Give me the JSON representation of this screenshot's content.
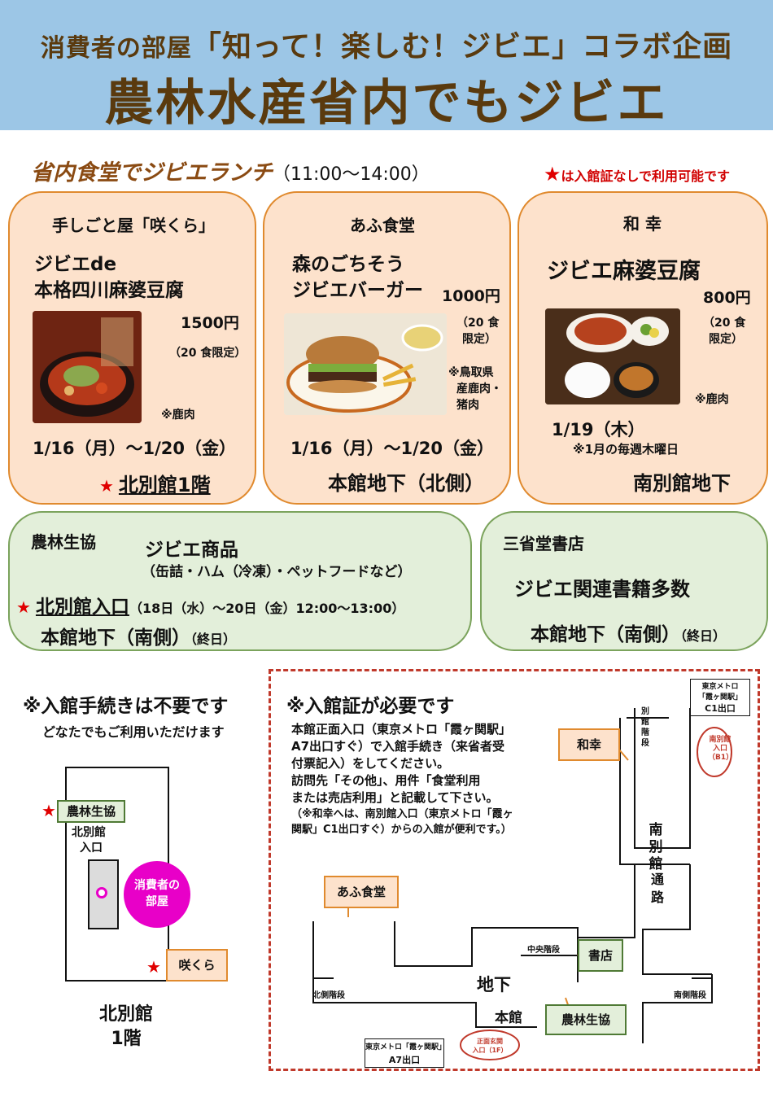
{
  "header": {
    "subtitle_prefix": "消費者の部屋",
    "subtitle_main": "「知って！楽しむ！ジビエ」コラボ企画",
    "title": "農林水産省内でもジビエ"
  },
  "lunch": {
    "title": "省内食堂でジビエランチ",
    "hours": "（11:00〜14:00）",
    "star_note_star": "★",
    "star_note": "は入館証なしで利用可能です"
  },
  "restaurants": [
    {
      "name": "手しごと屋「咲くら」",
      "dish_line1": "ジビエde",
      "dish_line2": "本格四川麻婆豆腐",
      "price": "1500円",
      "limit": "（20 食限定）",
      "meat": "※鹿肉",
      "date": "1/16（月）〜1/20（金）",
      "location_star": "★",
      "location": "北別館1階"
    },
    {
      "name": "あふ食堂",
      "dish_line1": "森のごちそう",
      "dish_line2": "ジビエバーガー",
      "price": "1000円",
      "limit_line1": "（20 食",
      "limit_line2": "限定）",
      "meat_line1": "※鳥取県",
      "meat_line2": "産鹿肉・",
      "meat_line3": "猪肉",
      "date": "1/16（月）〜1/20（金）",
      "location": "本館地下（北側）"
    },
    {
      "name": "和 幸",
      "dish": "ジビエ麻婆豆腐",
      "price": "800円",
      "limit_line1": "（20 食",
      "limit_line2": "限定）",
      "meat": "※鹿肉",
      "date": "1/19（木）",
      "date_note": "※1月の毎週木曜日",
      "location": "南別館地下"
    }
  ],
  "coop": {
    "name": "農林生協",
    "product": "ジビエ商品",
    "product_detail": "（缶詰・ハム（冷凍）・ペットフードなど）",
    "loc1_star": "★",
    "loc1": "北別館入口",
    "loc1_time": "（18日（水）〜20日（金）12:00〜13:00）",
    "loc2": "本館地下（南側）",
    "loc2_time": "（終日）"
  },
  "bookstore": {
    "name": "三省堂書店",
    "product": "ジビエ関連書籍多数",
    "loc": "本館地下（南側）",
    "loc_time": "（終日）"
  },
  "left_map": {
    "title": "※入館手続きは不要です",
    "note": "どなたでもご利用いただけます",
    "coop_tag": "農林生協",
    "entrance_line1": "北別館",
    "entrance_line2": "入口",
    "consumer_room_line1": "消費者の",
    "consumer_room_line2": "部屋",
    "sakura_tag": "咲くら",
    "building_line1": "北別館",
    "building_line2": "1階",
    "star": "★"
  },
  "right_map": {
    "title": "※入館証が必要です",
    "note_line1": "本館正面入口（東京メトロ「霞ヶ関駅」",
    "note_line2": "A7出口すぐ）で入館手続き（来省者受",
    "note_line3": "付票記入）をしてください。",
    "note_line4": "訪問先「その他」、用件「食堂利用",
    "note_line5": "または売店利用」と記載して下さい。",
    "note_line6": "（※和幸へは、南別館入口（東京メトロ「霞ヶ",
    "note_line7": "関駅」C1出口すぐ）からの入館が便利です。）",
    "wako_tag": "和幸",
    "afu_tag": "あふ食堂",
    "shoten_tag": "書店",
    "coop_tag": "農林生協",
    "south_annex": [
      "南",
      "別",
      "館"
    ],
    "passage": [
      "通",
      "路"
    ],
    "annex_stairs": [
      "別",
      "館",
      "階",
      "段"
    ],
    "basement": "地下",
    "main_building": "本館",
    "north_stairs": "北側階段",
    "south_stairs": "南側階段",
    "center_stairs": "中央階段",
    "c1_line1": "東京メトロ",
    "c1_line2": "「霞ヶ関駅」",
    "c1_line3": "C1出口",
    "a7_line1": "東京メトロ「霞ヶ関駅」",
    "a7_line2": "A7出口",
    "south_entrance": "南別館入口（B1）",
    "front_entrance_line1": "正面玄関",
    "front_entrance_line2": "入口（1F）"
  },
  "colors": {
    "header_bg": "#9cc6e6",
    "title_brown": "#5a3a0e",
    "orange_card": "#fde2cc",
    "green_card": "#e3efda",
    "star_red": "#e00000",
    "dashed_border": "#c0392b"
  }
}
